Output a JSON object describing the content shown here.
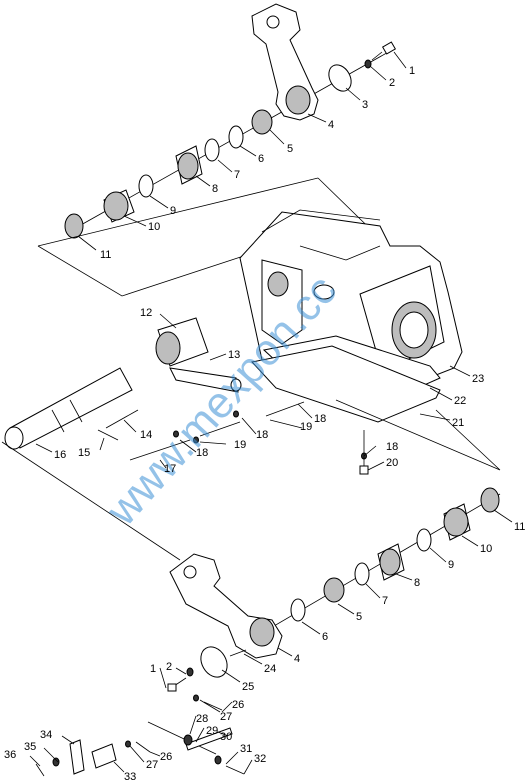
{
  "watermark": "www.mexpon.cc",
  "callouts": [
    {
      "id": "c1a",
      "text": "1"
    },
    {
      "id": "c2a",
      "text": "2"
    },
    {
      "id": "c3a",
      "text": "3"
    },
    {
      "id": "c4a",
      "text": "4"
    },
    {
      "id": "c5a",
      "text": "5"
    },
    {
      "id": "c6a",
      "text": "6"
    },
    {
      "id": "c7a",
      "text": "7"
    },
    {
      "id": "c8a",
      "text": "8"
    },
    {
      "id": "c9a",
      "text": "9"
    },
    {
      "id": "c10a",
      "text": "10"
    },
    {
      "id": "c11a",
      "text": "11"
    },
    {
      "id": "c12",
      "text": "12"
    },
    {
      "id": "c13",
      "text": "13"
    },
    {
      "id": "c14",
      "text": "14"
    },
    {
      "id": "c15",
      "text": "15"
    },
    {
      "id": "c16",
      "text": "16"
    },
    {
      "id": "c17",
      "text": "17"
    },
    {
      "id": "c18a",
      "text": "18"
    },
    {
      "id": "c18b",
      "text": "18"
    },
    {
      "id": "c18c",
      "text": "18"
    },
    {
      "id": "c18d",
      "text": "18"
    },
    {
      "id": "c19a",
      "text": "19"
    },
    {
      "id": "c19b",
      "text": "19"
    },
    {
      "id": "c20",
      "text": "20"
    },
    {
      "id": "c21",
      "text": "21"
    },
    {
      "id": "c22",
      "text": "22"
    },
    {
      "id": "c23",
      "text": "23"
    },
    {
      "id": "c11b",
      "text": "11"
    },
    {
      "id": "c10b",
      "text": "10"
    },
    {
      "id": "c9b",
      "text": "9"
    },
    {
      "id": "c8b",
      "text": "8"
    },
    {
      "id": "c7b",
      "text": "7"
    },
    {
      "id": "c5b",
      "text": "5"
    },
    {
      "id": "c6b",
      "text": "6"
    },
    {
      "id": "c4b",
      "text": "4"
    },
    {
      "id": "c1b",
      "text": "1"
    },
    {
      "id": "c2b",
      "text": "2"
    },
    {
      "id": "c24",
      "text": "24"
    },
    {
      "id": "c25",
      "text": "25"
    },
    {
      "id": "c26a",
      "text": "26"
    },
    {
      "id": "c27a",
      "text": "27"
    },
    {
      "id": "c28",
      "text": "28"
    },
    {
      "id": "c29",
      "text": "29"
    },
    {
      "id": "c30",
      "text": "30"
    },
    {
      "id": "c31",
      "text": "31"
    },
    {
      "id": "c32",
      "text": "32"
    },
    {
      "id": "c26b",
      "text": "26"
    },
    {
      "id": "c27b",
      "text": "27"
    },
    {
      "id": "c33",
      "text": "33"
    },
    {
      "id": "c34",
      "text": "34"
    },
    {
      "id": "c35",
      "text": "35"
    },
    {
      "id": "c36",
      "text": "36"
    }
  ]
}
